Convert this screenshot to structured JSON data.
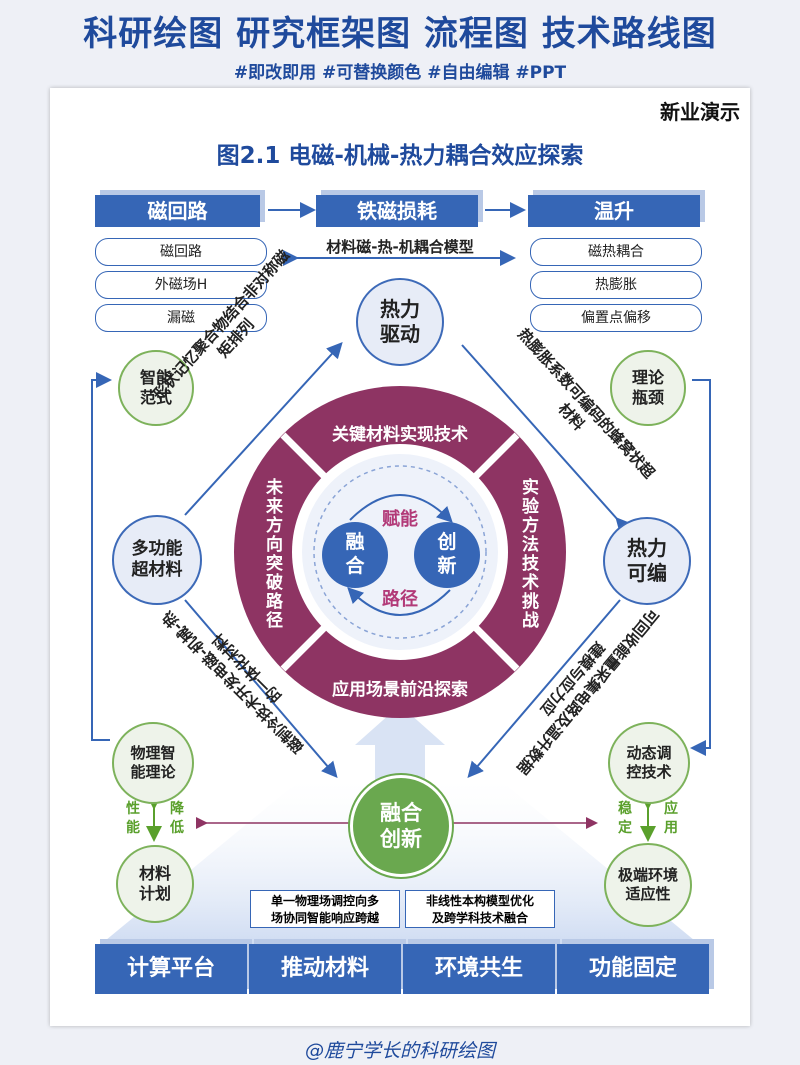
{
  "header": {
    "title": "科研绘图  研究框架图  流程图  技术路线图",
    "tags": "#即改即用 #可替换颜色 #自由编辑 #PPT"
  },
  "brand": "新业演示",
  "figure_title": "图2.1  电磁-机械-热力耦合效应探索",
  "top_boxes": [
    "磁回路",
    "铁磁损耗",
    "温升"
  ],
  "left_pills": [
    "磁回路",
    "外磁场H",
    "漏磁"
  ],
  "right_pills": [
    "磁热耦合",
    "热膨胀",
    "偏置点偏移"
  ],
  "model_label": "材料磁-热-机耦合模型",
  "nodes": {
    "top": [
      "热力",
      "驱动"
    ],
    "left": [
      "多功能",
      "超材料"
    ],
    "right": [
      "热力",
      "可编"
    ],
    "bottom": [
      "融合",
      "创新"
    ]
  },
  "corners": {
    "top_left": [
      "智能",
      "范式"
    ],
    "top_right": [
      "理论",
      "瓶颈"
    ],
    "mid_left": [
      "物理智",
      "能理论"
    ],
    "mid_right": [
      "动态调",
      "控技术"
    ],
    "bot_left": [
      "材料",
      "计划"
    ],
    "bot_right": [
      "极端环境",
      "适应性"
    ]
  },
  "diagonals": {
    "top_left": [
      "形状记忆聚合物结合非对称磁",
      "矩排列"
    ],
    "top_right": [
      "热膨胀系数可编码的蜂窝状超",
      "材料"
    ],
    "bottom_left": [
      "磁制冷技术开发电磁-机械-热",
      "的一体化材料"
    ],
    "bottom_right": [
      "可回收能量采集电路及温升数据",
      "建模与应力应"
    ]
  },
  "ring": {
    "top": "关键材料实现技术",
    "bottom": "应用场景前沿探索",
    "left": "未来方向突破路径",
    "right": "实验方法技术挑战"
  },
  "core": {
    "top": "赋能",
    "bottom": "路径",
    "left": [
      "融",
      "合"
    ],
    "right": [
      "创",
      "新"
    ]
  },
  "left_arrow_labels": {
    "up": [
      "性",
      "能"
    ],
    "down": [
      "降",
      "低"
    ]
  },
  "right_arrow_labels": {
    "up": [
      "稳",
      "定"
    ],
    "down": [
      "应",
      "用"
    ]
  },
  "notes": [
    [
      "单一物理场调控向多",
      "场协同智能响应跨越"
    ],
    [
      "非线性本构模型优化",
      "及跨学科技术融合"
    ]
  ],
  "bottom_boxes": [
    "计算平台",
    "推动材料",
    "环境共生",
    "功能固定"
  ],
  "footer": "@鹿宁学长的科研绘图",
  "colors": {
    "blue": "#3666b6",
    "ring": "#8e3463",
    "green": "#6aa84f",
    "title": "#1f4a9c"
  }
}
